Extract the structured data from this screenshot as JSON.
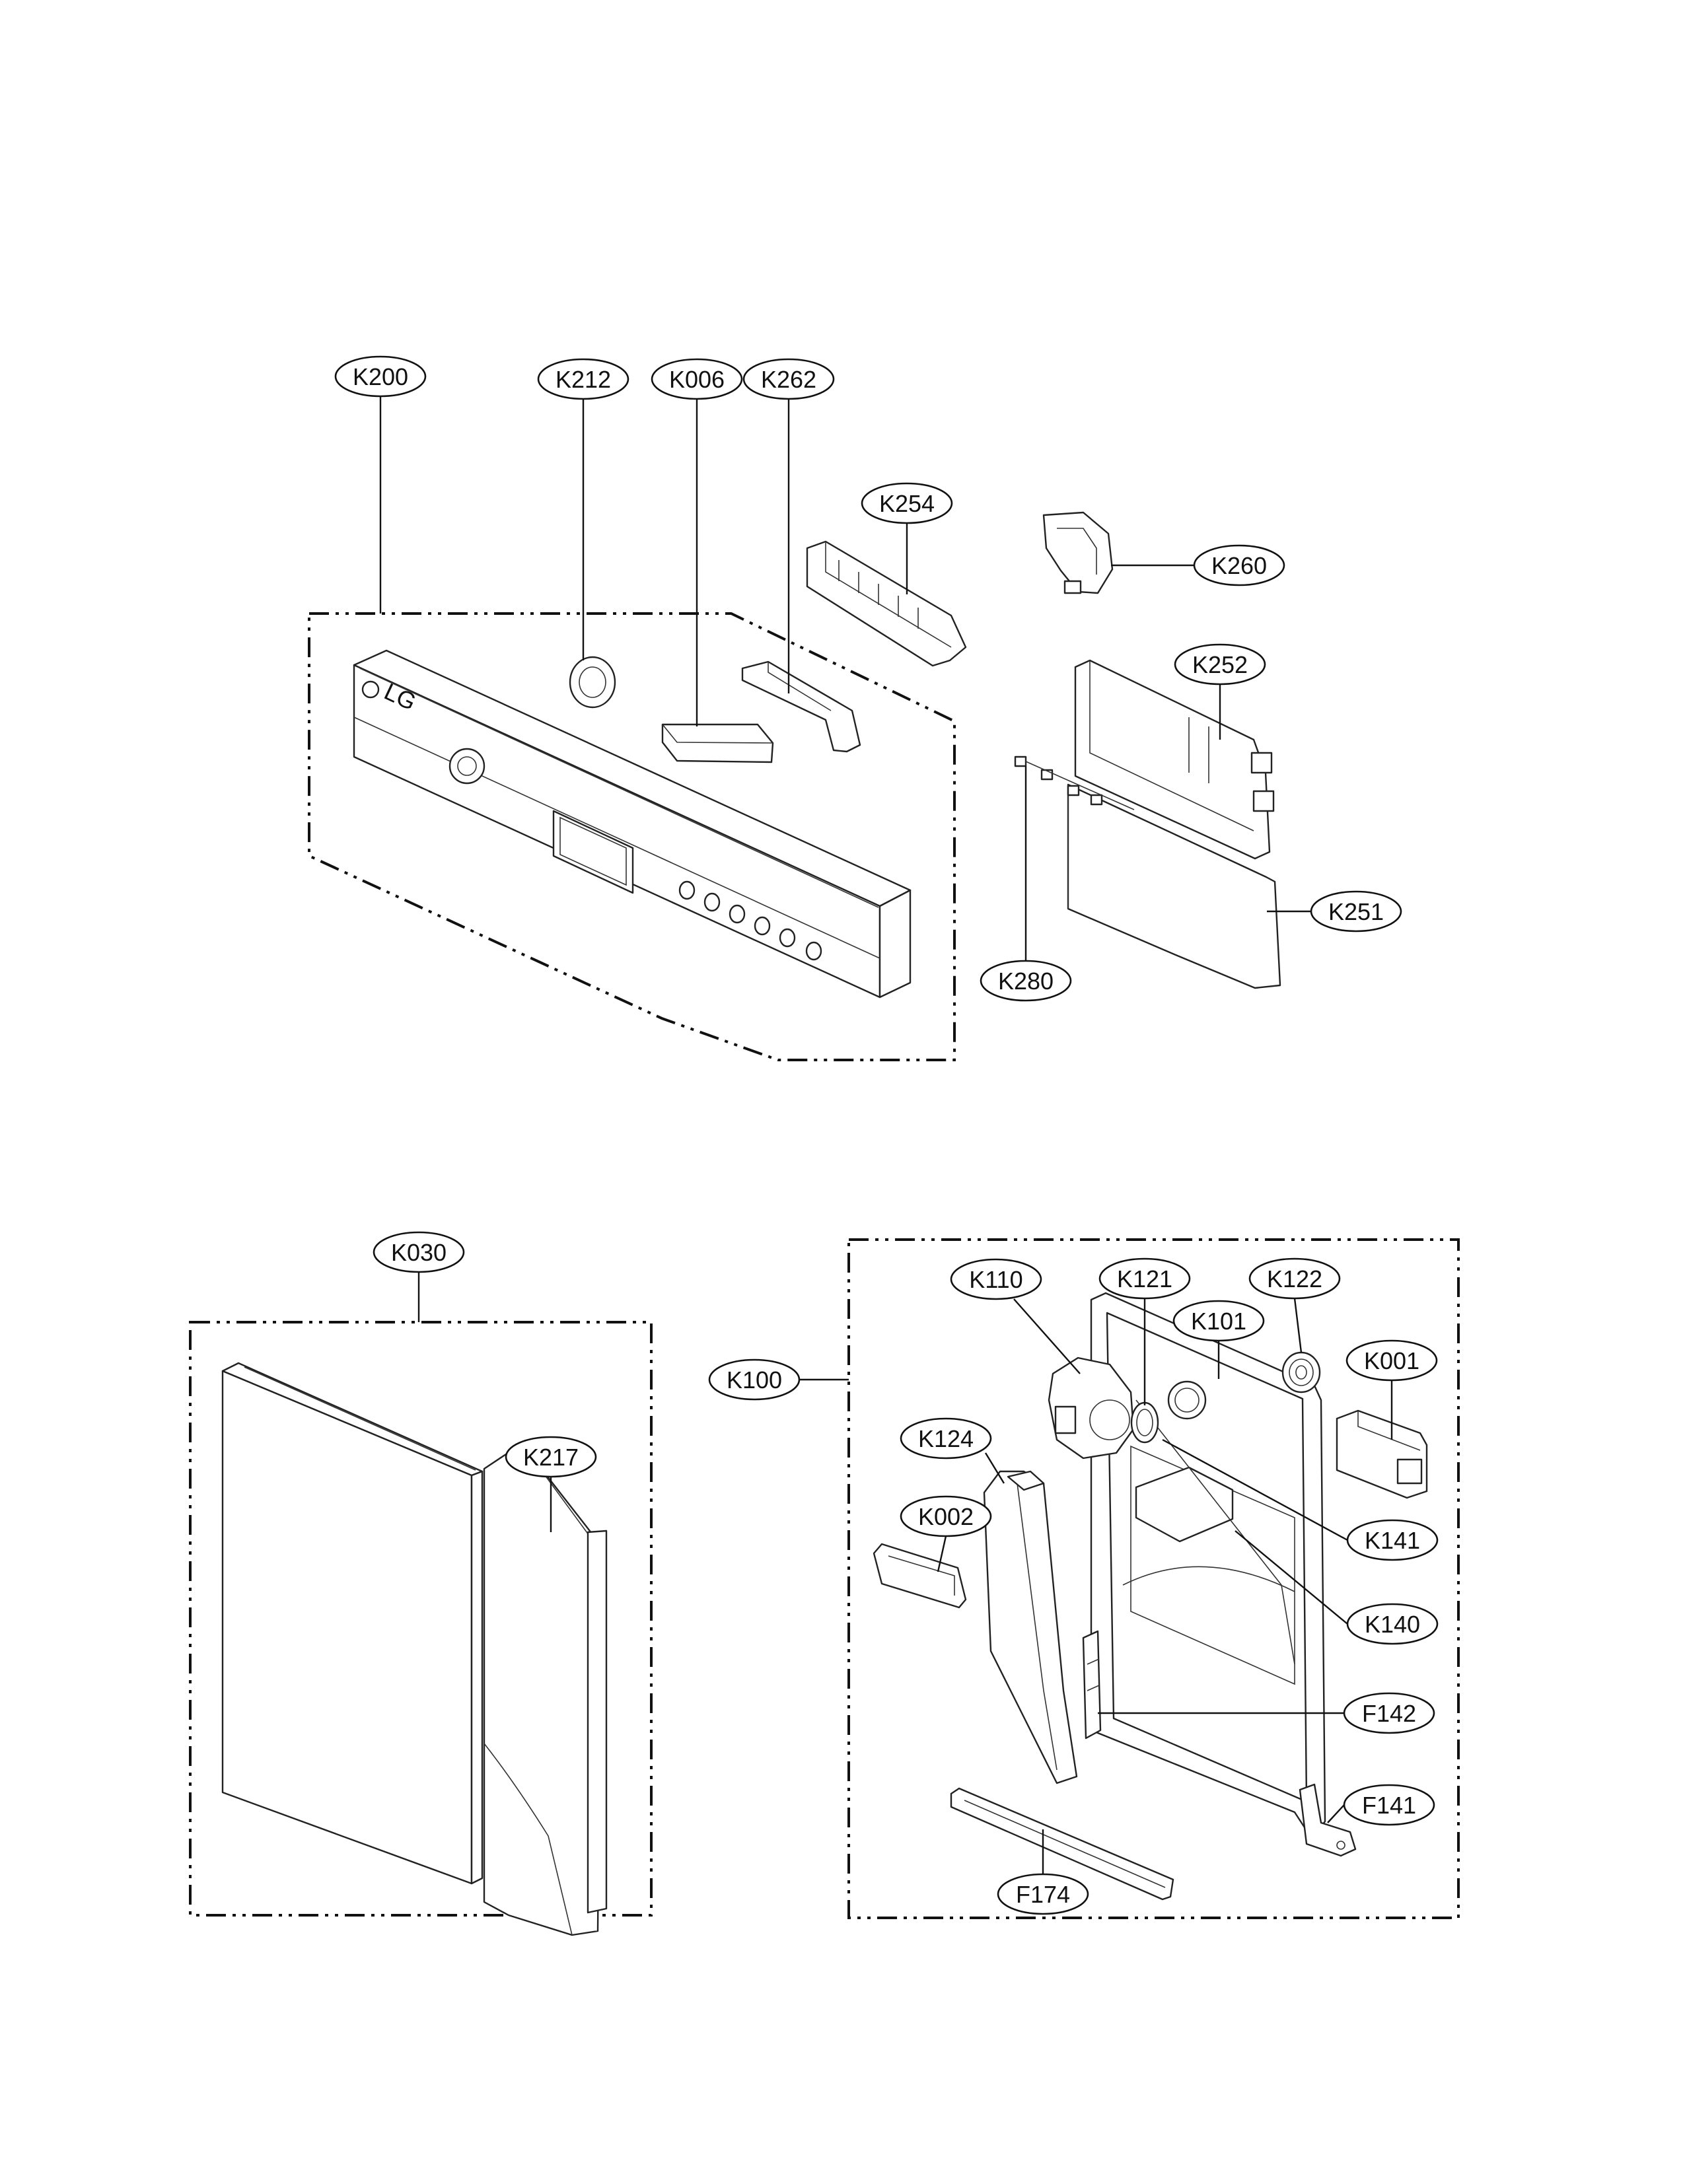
{
  "callouts": [
    {
      "id": "K200",
      "label": "K200"
    },
    {
      "id": "K212",
      "label": "K212"
    },
    {
      "id": "K006",
      "label": "K006"
    },
    {
      "id": "K262",
      "label": "K262"
    },
    {
      "id": "K254",
      "label": "K254"
    },
    {
      "id": "K260",
      "label": "K260"
    },
    {
      "id": "K252",
      "label": "K252"
    },
    {
      "id": "K251",
      "label": "K251"
    },
    {
      "id": "K280",
      "label": "K280"
    },
    {
      "id": "K030",
      "label": "K030"
    },
    {
      "id": "K217",
      "label": "K217"
    },
    {
      "id": "K100",
      "label": "K100"
    },
    {
      "id": "K110",
      "label": "K110"
    },
    {
      "id": "K121",
      "label": "K121"
    },
    {
      "id": "K122",
      "label": "K122"
    },
    {
      "id": "K101",
      "label": "K101"
    },
    {
      "id": "K001",
      "label": "K001"
    },
    {
      "id": "K124",
      "label": "K124"
    },
    {
      "id": "K002",
      "label": "K002"
    },
    {
      "id": "K141",
      "label": "K141"
    },
    {
      "id": "K140",
      "label": "K140"
    },
    {
      "id": "F142",
      "label": "F142"
    },
    {
      "id": "F141",
      "label": "F141"
    },
    {
      "id": "F174",
      "label": "F174"
    }
  ],
  "panel_brand": "LG"
}
